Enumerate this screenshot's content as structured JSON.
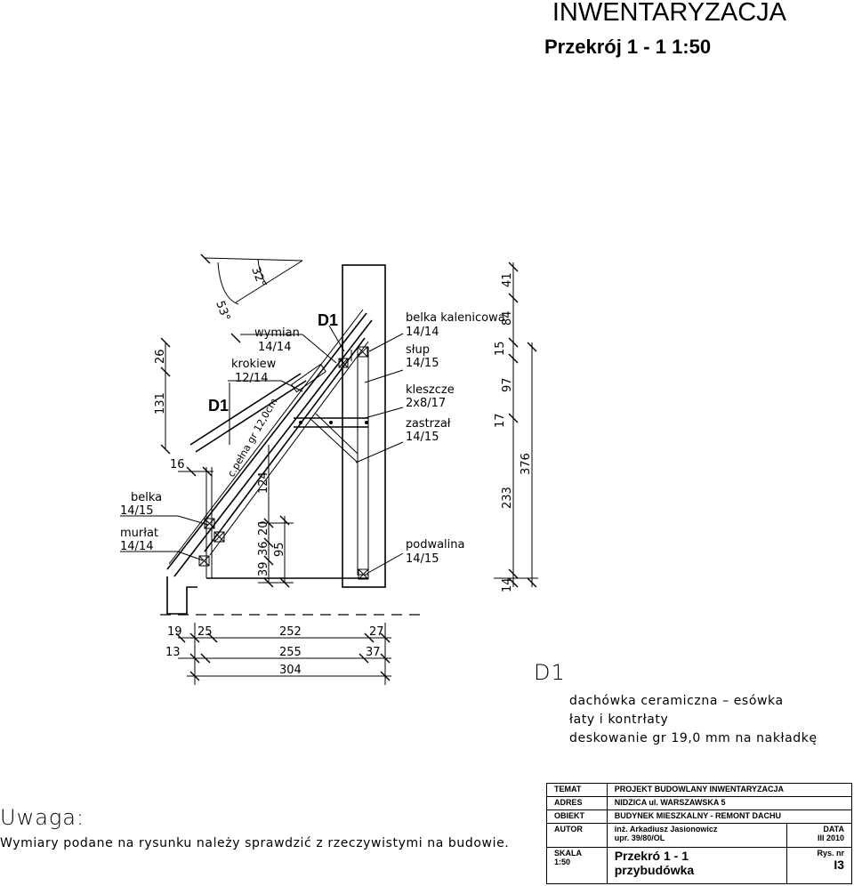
{
  "header": {
    "title": "INWENTARYZACJA",
    "subtitle": "Przekrój 1 - 1     1:50"
  },
  "drawing": {
    "angles": [
      "53°",
      "32°"
    ],
    "detail_marks": [
      "D1",
      "D1"
    ],
    "elements": {
      "wymian": [
        "wymian",
        "14/14"
      ],
      "krokiew": [
        "krokiew",
        "12/14"
      ],
      "belka_kalenicowa": [
        "belka  kalenicowa",
        "14/14"
      ],
      "slup": [
        "słup",
        "14/15"
      ],
      "kleszcze": [
        "kleszcze",
        "2x8/17"
      ],
      "zastrzal": [
        "zastrzał",
        "14/15"
      ],
      "belka": [
        "belka",
        "14/15"
      ],
      "murlat": [
        "murłat",
        "14/14"
      ],
      "podwalina": [
        "podwalina",
        "14/15"
      ],
      "deskowanie": "c.pełna  gr  12,0cm"
    },
    "dims_left": [
      "26",
      "131",
      "16"
    ],
    "dims_center": [
      "124",
      "20",
      "36",
      "39",
      "95"
    ],
    "dims_right": [
      "41",
      "84",
      "15",
      "97",
      "17",
      "233",
      "14",
      "376"
    ],
    "dims_bottom_row1": [
      "19",
      "25",
      "252",
      "27"
    ],
    "dims_bottom_row2": [
      "13",
      "255",
      "37"
    ],
    "dims_bottom_row3": [
      "304"
    ]
  },
  "spec": {
    "title": "D1",
    "lines": [
      "dachówka  ceramiczna  –  esówka",
      "łaty  i  kontrłaty",
      "deskowanie  gr  19,0  mm  na  nakładkę"
    ]
  },
  "note": {
    "title": "Uwaga:",
    "text": "Wymiary  podane  na  rysunku  należy  sprawdzić  z  rzeczywistymi  na  budowie."
  },
  "title_block": {
    "temat_label": "TEMAT",
    "temat": "PROJEKT  BUDOWLANY INWENTARYZACJA",
    "adres_label": "ADRES",
    "adres": "NIDZICA ul. WARSZAWSKA 5",
    "obiekt_label": "OBIEKT",
    "obiekt": "BUDYNEK MIESZKALNY - REMONT DACHU",
    "autor_label": "AUTOR",
    "autor1": "inż. Arkadiusz Jasionowicz",
    "autor2": "upr.  39/80/OL",
    "data_label": "DATA",
    "data": "III 2010",
    "skala_label": "SKALA",
    "skala": "1:50",
    "rys_title1": "Przekró 1 - 1",
    "rys_title2": "przybudówka",
    "rys_label": "Rys. nr",
    "rys_nr": "I3"
  }
}
